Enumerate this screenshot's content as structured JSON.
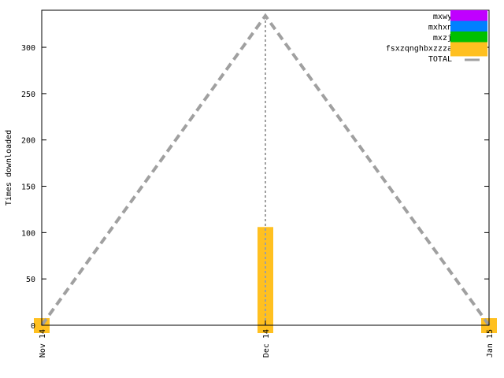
{
  "chart_data": {
    "type": "bar",
    "title": "",
    "xlabel": "",
    "ylabel": "Times downloaded",
    "ylim": [
      0,
      340
    ],
    "y_ticks": [
      0,
      50,
      100,
      150,
      200,
      250,
      300
    ],
    "categories": [
      "Nov 14",
      "Dec 14",
      "Jan 15"
    ],
    "grid": false,
    "legend_position": "top-right",
    "series": [
      {
        "name": "mxwy",
        "color": "#c000ff",
        "values": [
          0,
          0,
          0
        ]
      },
      {
        "name": "mxhxn",
        "color": "#0080ff",
        "values": [
          0,
          0,
          0
        ]
      },
      {
        "name": "mxzj",
        "color": "#00c000",
        "values": [
          0,
          0,
          0
        ]
      },
      {
        "name": "fsxzqnghbxzzza",
        "color": "#ffc020",
        "values": [
          0,
          106,
          0
        ]
      }
    ],
    "total": {
      "name": "TOTAL",
      "color": "#a0a0a0",
      "values": [
        0,
        334,
        0
      ]
    }
  }
}
